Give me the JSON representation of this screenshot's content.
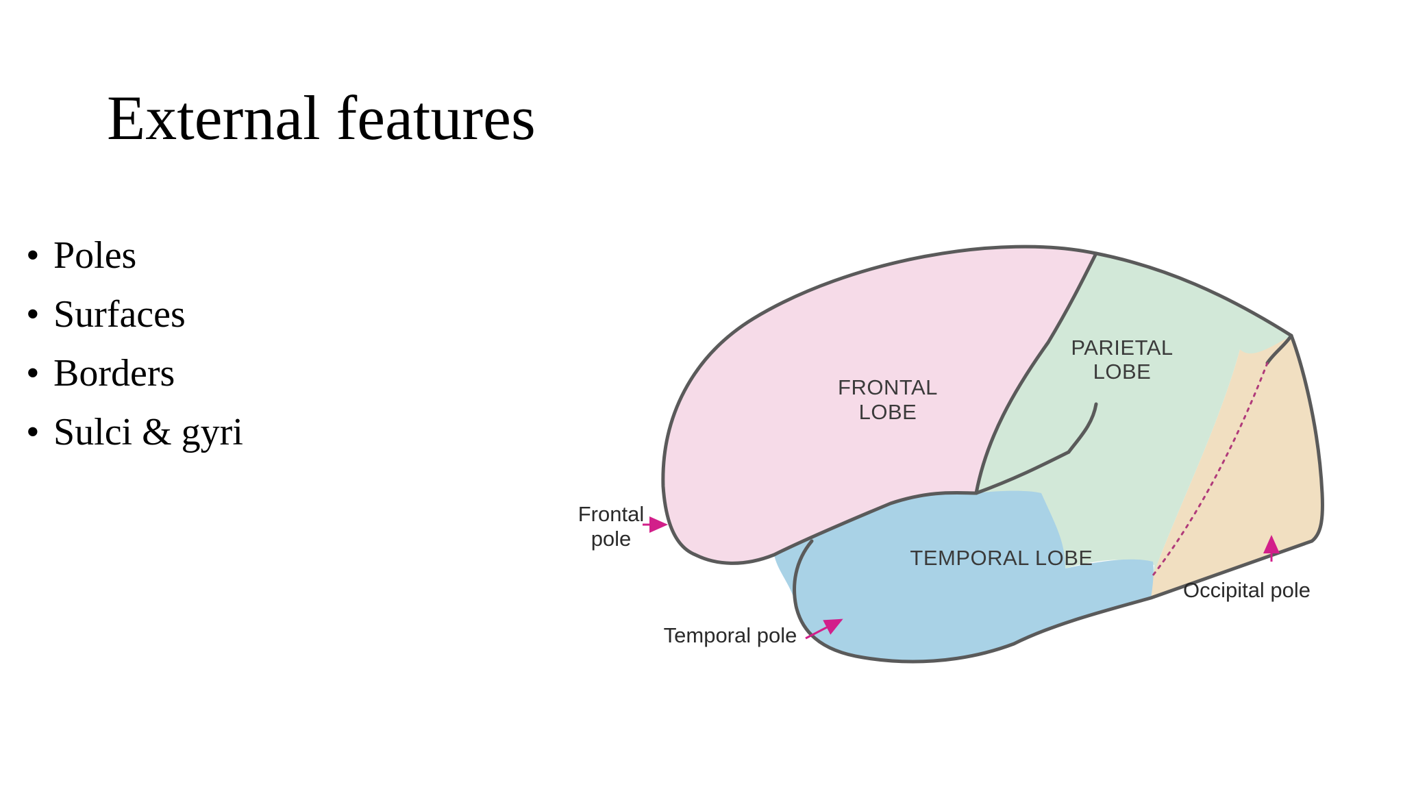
{
  "slide": {
    "title": "External features",
    "bullets": [
      {
        "marker": "•",
        "text": "Poles"
      },
      {
        "marker": "•",
        "text": "Surfaces"
      },
      {
        "marker": "•",
        "text": "Borders"
      },
      {
        "marker": "•",
        "text": "Sulci & gyri"
      }
    ]
  },
  "diagram": {
    "lobes": {
      "frontal": {
        "line1": "FRONTAL",
        "line2": "LOBE",
        "color": "#f6dbe8"
      },
      "parietal": {
        "line1": "PARIETAL",
        "line2": "LOBE",
        "color": "#d2e8d8"
      },
      "temporal": {
        "line1": "TEMPORAL LOBE",
        "color": "#a9d2e6"
      },
      "occipital": {
        "color": "#f1dfc1"
      }
    },
    "poles": {
      "frontal": {
        "line1": "Frontal",
        "line2": "pole"
      },
      "temporal": {
        "text": "Temporal pole"
      },
      "occipital": {
        "text": "Occipital pole"
      }
    },
    "arrow_color": "#d21f8a",
    "outline_color": "#5a5a5a"
  }
}
